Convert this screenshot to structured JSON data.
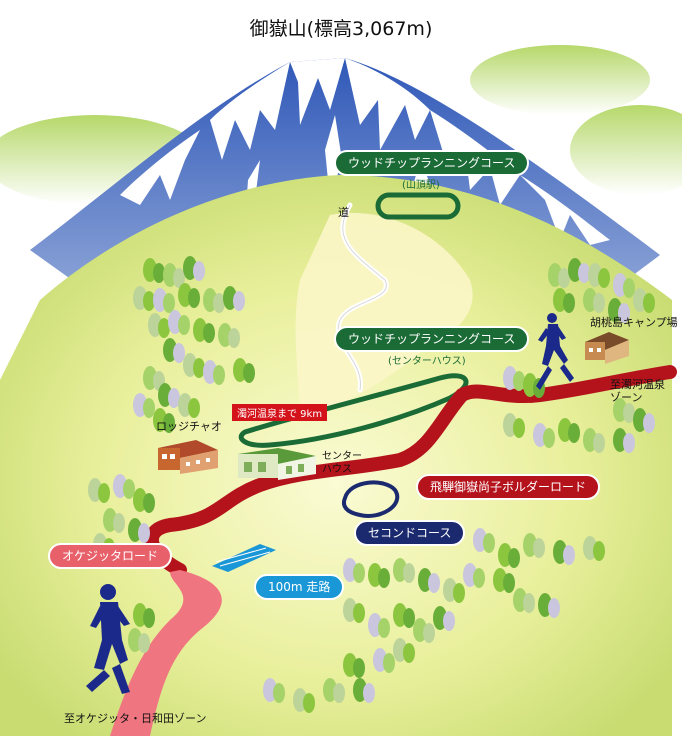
{
  "title": "御嶽山(標高3,067m)",
  "labels": {
    "road": "道",
    "course_summit": "ウッドチップランニングコース",
    "course_summit_sub": "(山頂駅)",
    "course_center": "ウッドチップランニングコース",
    "course_center_sub": "(センターハウス)",
    "camp": "胡桃島キャンプ場",
    "to_nigorigo": "至濁河温泉\nゾーン",
    "lodge": "ロッジチャオ",
    "nigorigo_distance": "濁河温泉まで 9km",
    "center_house": "センター\nハウス",
    "boulder_road": "飛騨御嶽尚子ボルダーロード",
    "second_course": "セコンドコース",
    "okejitta_road": "オケジッタロード",
    "track": "100m 走路",
    "to_okejitta": "至オケジッタ・日和田ゾーン"
  },
  "colors": {
    "mountain": "#5a78c0",
    "snow": "#ffffff",
    "meadow": "#e3ec93",
    "forest": "#8cc63f",
    "boulder_road": "#b5131c",
    "okejitta_road": "#e8606a",
    "woodchip": "#1b6b36",
    "second_course": "#1b2a6e",
    "track": "#1a97d6",
    "runner": "#1b2a8a"
  },
  "icons": [
    "runner-icon",
    "tree-icon",
    "building-icon"
  ]
}
